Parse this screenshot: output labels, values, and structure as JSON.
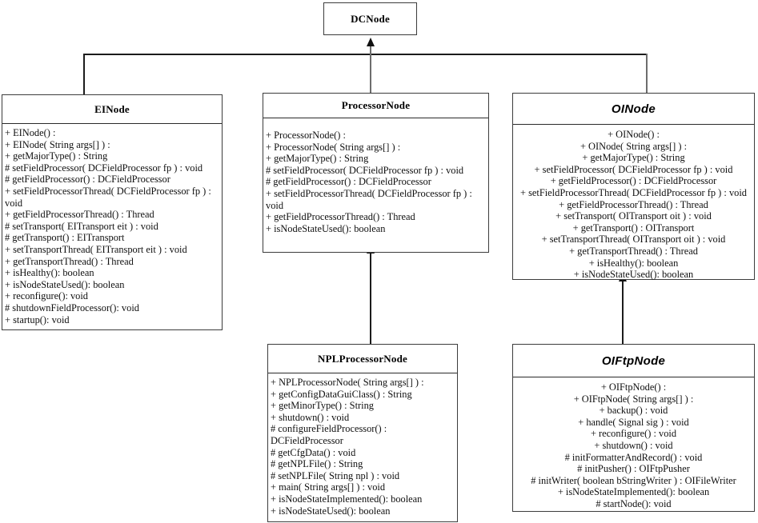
{
  "diagram": {
    "title": "UML class diagram",
    "classes": [
      {
        "id": "dcnode",
        "name": "DCNode",
        "abstract": false,
        "members": []
      },
      {
        "id": "einode",
        "name": "EINode",
        "abstract": false,
        "members": [
          "+ EINode() :",
          "+ EINode( String args[] ) :",
          "+ getMajorType() : String",
          "# setFieldProcessor( DCFieldProcessor fp ) : void",
          "# getFieldProcessor() : DCFieldProcessor",
          "+ setFieldProcessorThread( DCFieldProcessor fp ) : void",
          "+ getFieldProcessorThread() : Thread",
          "# setTransport( EITransport eit ) : void",
          "# getTransport() : EITransport",
          "+ setTransportThread( EITransport eit ) : void",
          "+ getTransportThread() : Thread",
          "+ isHealthy(): boolean",
          "+ isNodeStateUsed(): boolean",
          "+ reconfigure(): void",
          "# shutdownFieldProcessor(): void",
          "+ startup(): void"
        ]
      },
      {
        "id": "processornode",
        "name": "ProcessorNode",
        "abstract": false,
        "members": [
          "+ ProcessorNode() :",
          "+ ProcessorNode( String args[] ) :",
          "+ getMajorType() : String",
          "# setFieldProcessor( DCFieldProcessor fp ) : void",
          "# getFieldProcessor() : DCFieldProcessor",
          "+ setFieldProcessorThread( DCFieldProcessor fp ) : void",
          "+ getFieldProcessorThread() : Thread",
          "+ isNodeStateUsed(): boolean"
        ]
      },
      {
        "id": "oinode",
        "name": "OINode",
        "abstract": true,
        "members": [
          "+ OINode() :",
          "+ OINode( String args[] ) :",
          "+ getMajorType() : String",
          "+ setFieldProcessor( DCFieldProcessor fp ) : void",
          "+ getFieldProcessor() : DCFieldProcessor",
          "+ setFieldProcessorThread( DCFieldProcessor fp ) : void",
          "+ getFieldProcessorThread() : Thread",
          "+ setTransport( OITransport oit ) : void",
          "+ getTransport() : OITransport",
          "+ setTransportThread( OITransport oit ) : void",
          "+ getTransportThread() : Thread",
          "+ isHealthy(): boolean",
          "+ isNodeStateUsed(): boolean"
        ]
      },
      {
        "id": "nplprocessornode",
        "name": "NPLProcessorNode",
        "abstract": false,
        "members": [
          "+ NPLProcessorNode( String args[] ) :",
          "+ getConfigDataGuiClass() : String",
          "+ getMinorType() : String",
          "+ shutdown() : void",
          "# configureFieldProcessor() : DCFieldProcessor",
          "# getCfgData() : void",
          "# getNPLFile() : String",
          "# setNPLFile( String npl ) : void",
          "+ main( String args[] ) : void",
          "+ isNodeStateImplemented(): boolean",
          "+ isNodeStateUsed(): boolean"
        ]
      },
      {
        "id": "oiftpnode",
        "name": "OIFtpNode",
        "abstract": true,
        "members": [
          "+ OIFtpNode() :",
          "+ OIFtpNode( String args[] ) :",
          "+ backup() : void",
          "+ handle( Signal sig ) : void",
          "+ reconfigure() : void",
          "+ shutdown() : void",
          "# initFormatterAndRecord() : void",
          "# initPusher() : OIFtpPusher",
          "# initWriter( boolean bStringWriter ) : OIFileWriter",
          "+ isNodeStateImplemented(): boolean",
          "# startNode(): void"
        ]
      }
    ],
    "generalizations": [
      {
        "from": "EINode",
        "to": "DCNode"
      },
      {
        "from": "ProcessorNode",
        "to": "DCNode"
      },
      {
        "from": "OINode",
        "to": "DCNode"
      },
      {
        "from": "NPLProcessorNode",
        "to": "ProcessorNode"
      },
      {
        "from": "OIFtpNode",
        "to": "OINode"
      }
    ],
    "colors": {
      "background": "#ffffff",
      "border": "#3c3c3c",
      "connector": "#6d6d6d",
      "text": "#101010"
    }
  }
}
